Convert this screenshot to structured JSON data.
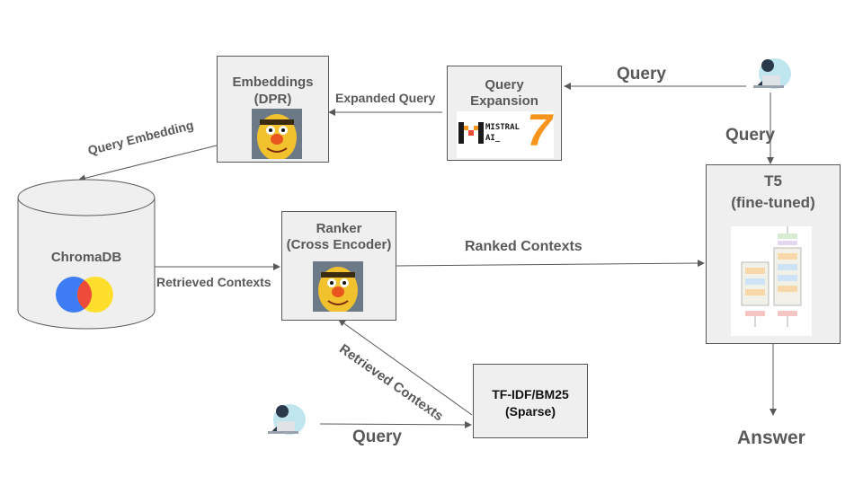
{
  "nodes": {
    "embeddings": {
      "title_line1": "Embeddings",
      "title_line2": "(DPR)"
    },
    "query_expansion": {
      "title_line1": "Query",
      "title_line2": "Expansion",
      "logo_text_line1": "MISTRAL",
      "logo_text_line2": "AI_",
      "logo_number": "7"
    },
    "chromadb": {
      "title": "ChromaDB"
    },
    "ranker": {
      "title_line1": "Ranker",
      "title_line2": "(Cross Encoder)"
    },
    "t5": {
      "title_line1": "T5",
      "title_line2": "(fine-tuned)"
    },
    "sparse": {
      "title_line1": "TF-IDF/BM25",
      "title_line2": "(Sparse)"
    }
  },
  "edge_labels": {
    "query_top": "Query",
    "expanded_query": "Expanded Query",
    "query_embedding": "Query Embedding",
    "query_right": "Query",
    "retrieved_contexts_dense": "Retrieved Contexts",
    "ranked_contexts": "Ranked Contexts",
    "retrieved_contexts_sparse": "Retrieved Contexts",
    "query_bottom": "Query",
    "answer": "Answer"
  },
  "colors": {
    "line": "#595959",
    "box_fill": "#efefef",
    "chroma_blue": "#3d7cf5",
    "chroma_red": "#ef4b3b",
    "chroma_yellow": "#ffde2e",
    "mistral_orange": "#f7941d"
  },
  "icons": [
    "user-laptop-icon",
    "bert-face-icon",
    "transformer-diagram-icon",
    "chromadb-logo-icon",
    "mistral-logo-icon"
  ]
}
